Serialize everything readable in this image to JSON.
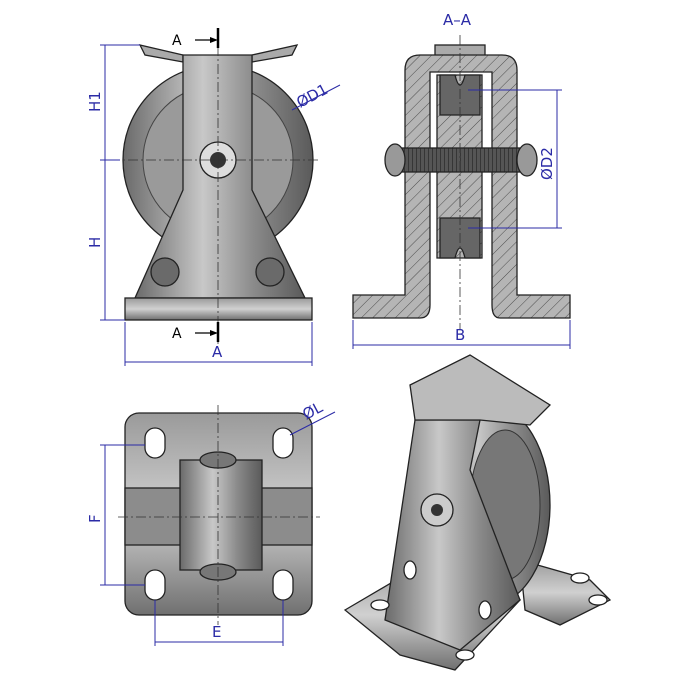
{
  "front_view": {
    "section_marker_top": "A",
    "section_marker_bottom": "A",
    "dim_h1": "H1",
    "dim_h": "H",
    "dim_a": "A",
    "dim_d1": "ØD1"
  },
  "section_view": {
    "title": "A–A",
    "dim_d2": "ØD2",
    "dim_b": "B"
  },
  "top_view": {
    "dim_l": "ØL",
    "dim_f": "F",
    "dim_e": "E"
  },
  "colors": {
    "dimension": "#2b2ba6",
    "metal_light": "#b9b9b9",
    "metal_dark": "#5e5e5e"
  }
}
